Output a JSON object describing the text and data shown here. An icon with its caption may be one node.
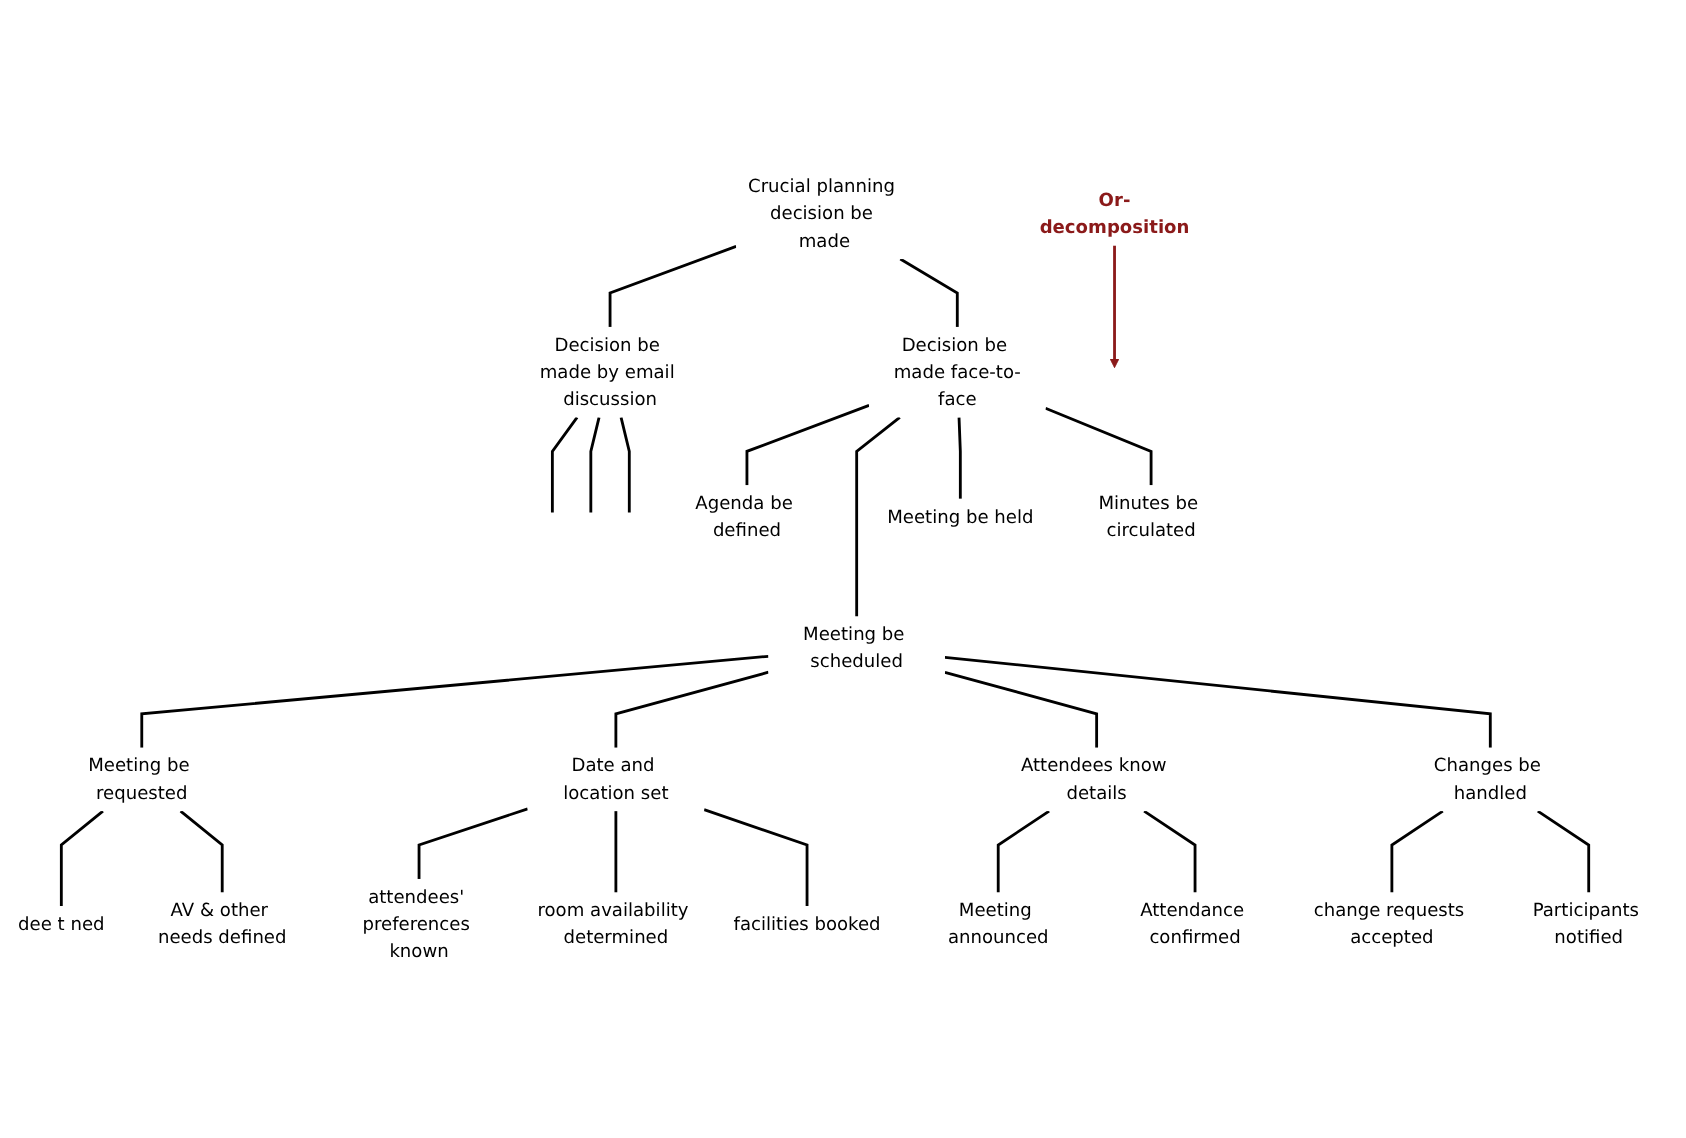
{
  "diagram": {
    "nodes": [
      {
        "text": [
          "Crucial planning decision be made"
        ]
      },
      {
        "text": [
          "Decision be made by email discussion"
        ]
      },
      {
        "text": [
          "Decision be made face-to-face"
        ]
      },
      {
        "text": [
          "Agenda be defined"
        ]
      },
      {
        "text": [
          "Meeting be scheduled"
        ]
      },
      {
        "text": [
          "Meeting be held"
        ]
      },
      {
        "text": [
          "Minutes be circulated"
        ]
      },
      {
        "text": [
          "Meeting be requested"
        ]
      },
      {
        "text": [
          "Date and location set"
        ]
      },
      {
        "text": [
          "Attendees know details"
        ]
      },
      {
        "text": [
          "Changes be handled"
        ]
      },
      {
        "text": [
          "dee t ned"
        ]
      },
      {
        "text": [
          "AV & other needs defined"
        ]
      },
      {
        "text": [
          "attendees' preferences known"
        ]
      },
      {
        "text": [
          "room availability determined"
        ]
      },
      {
        "text": [
          "facilities booked"
        ]
      },
      {
        "text": [
          "Meeting announced"
        ]
      },
      {
        "text": [
          "Attendance confirmed"
        ]
      },
      {
        "text": [
          "change requests accepted"
        ]
      },
      {
        "text": [
          "Participants notified"
        ]
      },
      {
        "text": [
          "Or-decomposition"
        ]
      }
    ],
    "edges": [
      {
        "from": 0,
        "to": 1,
        "arrow": "none"
      },
      {
        "from": 0,
        "to": 2,
        "arrow": "none"
      },
      {
        "from": 1,
        "to": null,
        "arrow": "none"
      },
      {
        "from": 1,
        "to": null,
        "arrow": "none"
      },
      {
        "from": 1,
        "to": null,
        "arrow": "none"
      },
      {
        "from": 2,
        "to": 3,
        "arrow": "none"
      },
      {
        "from": 2,
        "to": 4,
        "arrow": "none"
      },
      {
        "from": 2,
        "to": 5,
        "arrow": "none"
      },
      {
        "from": 2,
        "to": 6,
        "arrow": "none"
      },
      {
        "from": 4,
        "to": 7,
        "arrow": "none"
      },
      {
        "from": 4,
        "to": 8,
        "arrow": "none"
      },
      {
        "from": 4,
        "to": 9,
        "arrow": "none"
      },
      {
        "from": 4,
        "to": 10,
        "arrow": "none"
      },
      {
        "from": 7,
        "to": 11,
        "arrow": "none"
      },
      {
        "from": 7,
        "to": 12,
        "arrow": "none"
      },
      {
        "from": 8,
        "to": 13,
        "arrow": "none"
      },
      {
        "from": 8,
        "to": 14,
        "arrow": "none"
      },
      {
        "from": 8,
        "to": 15,
        "arrow": "none"
      },
      {
        "from": 9,
        "to": 16,
        "arrow": "none"
      },
      {
        "from": 9,
        "to": 17,
        "arrow": "none"
      },
      {
        "from": 10,
        "to": 18,
        "arrow": "none"
      },
      {
        "from": 10,
        "to": 19,
        "arrow": "none"
      },
      {
        "from": 20,
        "to": null,
        "arrow": "to",
        "color": "#8b1a1a"
      }
    ]
  }
}
